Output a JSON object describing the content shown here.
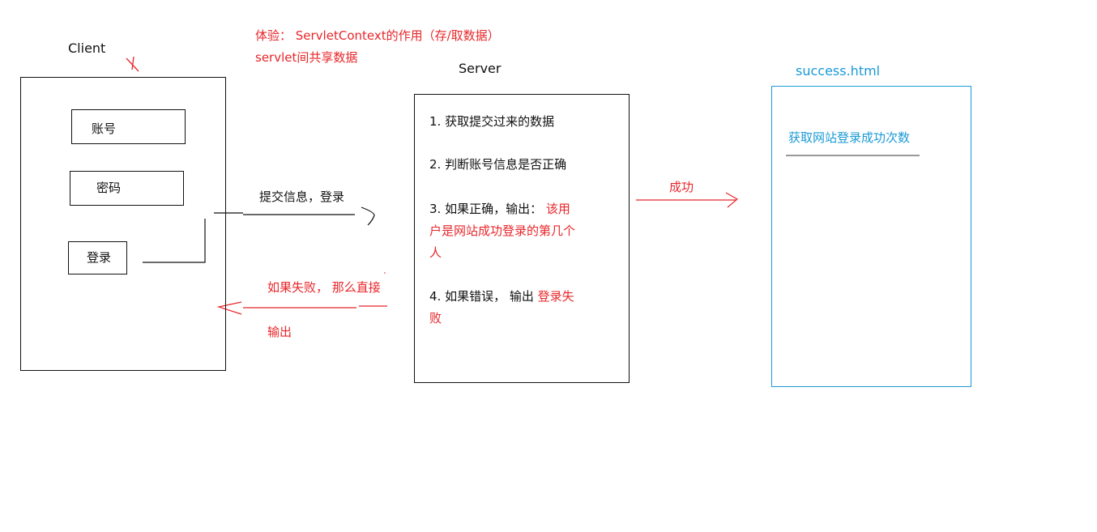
{
  "colors": {
    "red": "#e8262a",
    "blue": "#1a9ad6",
    "black": "#111111"
  },
  "header": {
    "line1": "体验： ServletContext的作用（存/取数据）",
    "line2": "servlet间共享数据"
  },
  "client": {
    "label": "Client",
    "account_field": "账号",
    "password_field": "密码",
    "login_button": "登录"
  },
  "server": {
    "label": "Server",
    "step1": "1. 获取提交过来的数据",
    "step2": "2. 判断账号信息是否正确",
    "step3_prefix": "3. 如果正确，输出：",
    "step3_red_1": "该用",
    "step3_red_2": "户是网站成功登录的第几个",
    "step3_red_3": "人",
    "step4_prefix": "4. 如果错误， 输出",
    "step4_red_1": "登录失",
    "step4_red_2": "败"
  },
  "arrows": {
    "submit_label": "提交信息，登录",
    "fail_label_1": "如果失败， 那么直接",
    "fail_label_2": "输出",
    "success_label": "成功"
  },
  "success_page": {
    "label": "success.html",
    "content": "获取网站登录成功次数"
  }
}
